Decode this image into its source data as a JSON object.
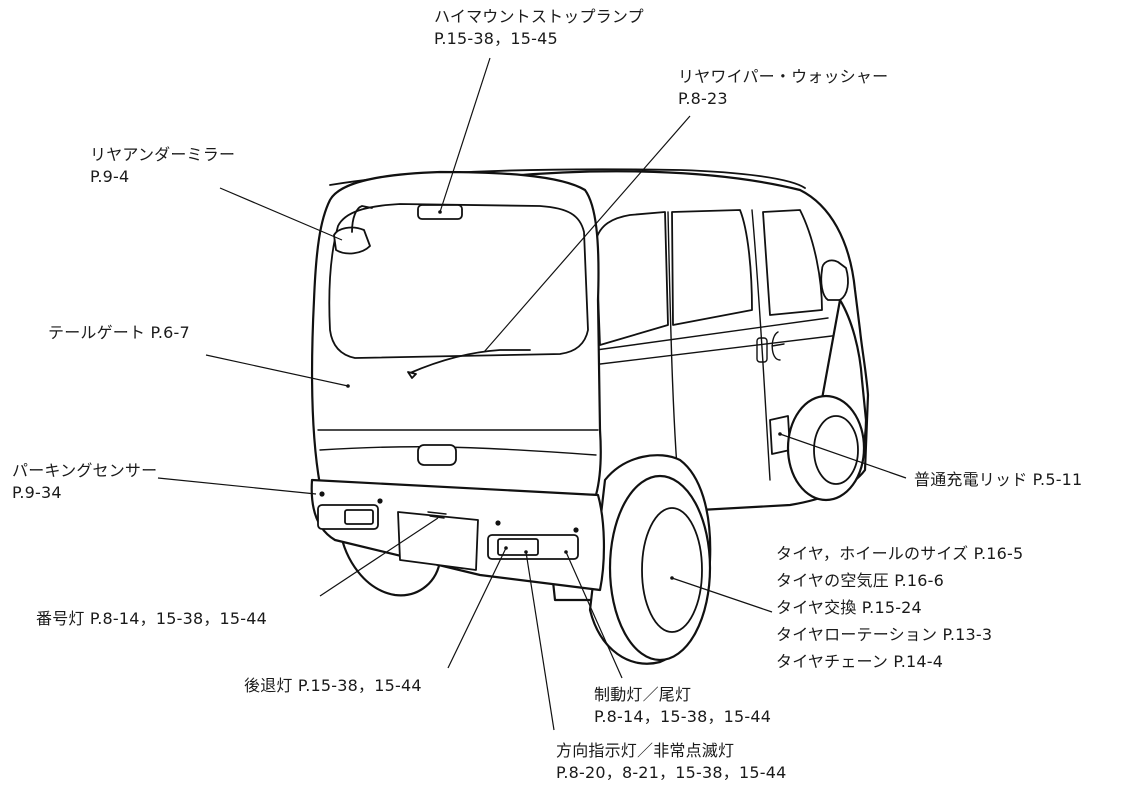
{
  "labels": {
    "high_mount_stop_lamp": {
      "name": "ハイマウントストップランプ",
      "pages": "P.15-38，15-45"
    },
    "rear_wiper_washer": {
      "name": "リヤワイパー・ウォッシャー",
      "pages": "P.8-23"
    },
    "rear_under_mirror": {
      "name": "リヤアンダーミラー",
      "pages": "P.9-4"
    },
    "tailgate": {
      "text": "テールゲート P.6-7"
    },
    "normal_charge_lid": {
      "text": "普通充電リッド P.5-11"
    },
    "parking_sensor": {
      "name": "パーキングセンサー",
      "pages": "P.9-34"
    },
    "license_plate_lamp": {
      "text": "番号灯 P.8-14，15-38，15-44"
    },
    "tire_group": [
      "タイヤ，ホイールのサイズ P.16-5",
      "タイヤの空気圧 P.16-6",
      "タイヤ交換 P.15-24",
      "タイヤローテーション P.13-3",
      "タイヤチェーン P.14-4"
    ],
    "backup_lamp": {
      "text": "後退灯 P.15-38，15-44"
    },
    "brake_tail_lamp": {
      "name": "制動灯／尾灯",
      "pages": "P.8-14，15-38，15-44"
    },
    "turn_hazard_lamp": {
      "name": "方向指示灯／非常点滅灯",
      "pages": "P.8-20，8-21，15-38，15-44"
    }
  }
}
